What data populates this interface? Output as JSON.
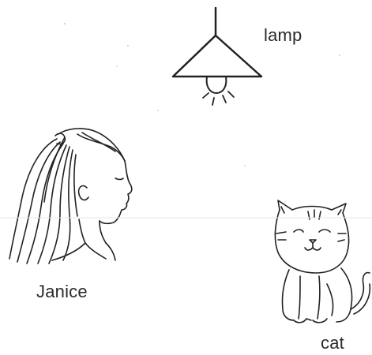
{
  "labels": {
    "lamp": "lamp",
    "janice": "Janice",
    "cat": "cat"
  },
  "icons": {
    "lamp": "lamp-icon",
    "person": "girl-profile-icon",
    "cat": "cat-icon"
  }
}
